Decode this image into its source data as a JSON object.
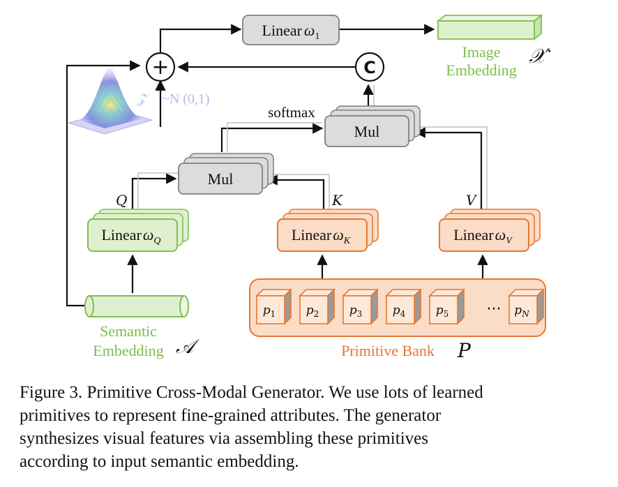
{
  "colors": {
    "green_stroke": "#7fbf4f",
    "green_fill": "#dff0cf",
    "green_text": "#7dbd4c",
    "orange_stroke": "#e8772e",
    "orange_fill": "#fbdcc6",
    "orange_text": "#e8772e",
    "gray_stroke": "#7f7f7f",
    "gray_fill": "#dcdcdc",
    "gauss_text": "#b9b9e8",
    "line": "#111111"
  },
  "diagram": {
    "linear_w1": {
      "main": "Linear",
      "sym": "ω",
      "sub": "1"
    },
    "image_embedding": {
      "line1": "Image",
      "line2": "Embedding",
      "symbol": "𝒳′"
    },
    "concat_symbol": "C",
    "plus_symbol": "+",
    "noise": {
      "z": "𝒵",
      "dist": "~N (0,1)"
    },
    "softmax_label": "softmax",
    "mul_top": "Mul",
    "mul_left": "Mul",
    "q_label": "Q",
    "k_label": "K",
    "v_label": "V",
    "linear_q": {
      "main": "Linear",
      "sym": "ω",
      "sub": "Q"
    },
    "linear_k": {
      "main": "Linear",
      "sym": "ω",
      "sub": "K"
    },
    "linear_v": {
      "main": "Linear",
      "sym": "ω",
      "sub": "V"
    },
    "semantic_embedding": {
      "line1": "Semantic",
      "line2": "Embedding",
      "symbol": "𝒜"
    },
    "primitive_bank": {
      "label": "Primitive Bank",
      "symbol": "P",
      "primitives": [
        {
          "p": "p",
          "sub": "1"
        },
        {
          "p": "p",
          "sub": "2"
        },
        {
          "p": "p",
          "sub": "3"
        },
        {
          "p": "p",
          "sub": "4"
        },
        {
          "p": "p",
          "sub": "5"
        },
        {
          "p": "p",
          "sub": "N"
        }
      ],
      "ellipsis": "···"
    }
  },
  "caption": {
    "lines": [
      "Figure 3. Primitive Cross-Modal Generator. We use lots of learned",
      "primitives to represent fine-grained attributes.   The generator",
      "synthesizes visual features via assembling these primitives",
      "according to input semantic embedding."
    ]
  }
}
